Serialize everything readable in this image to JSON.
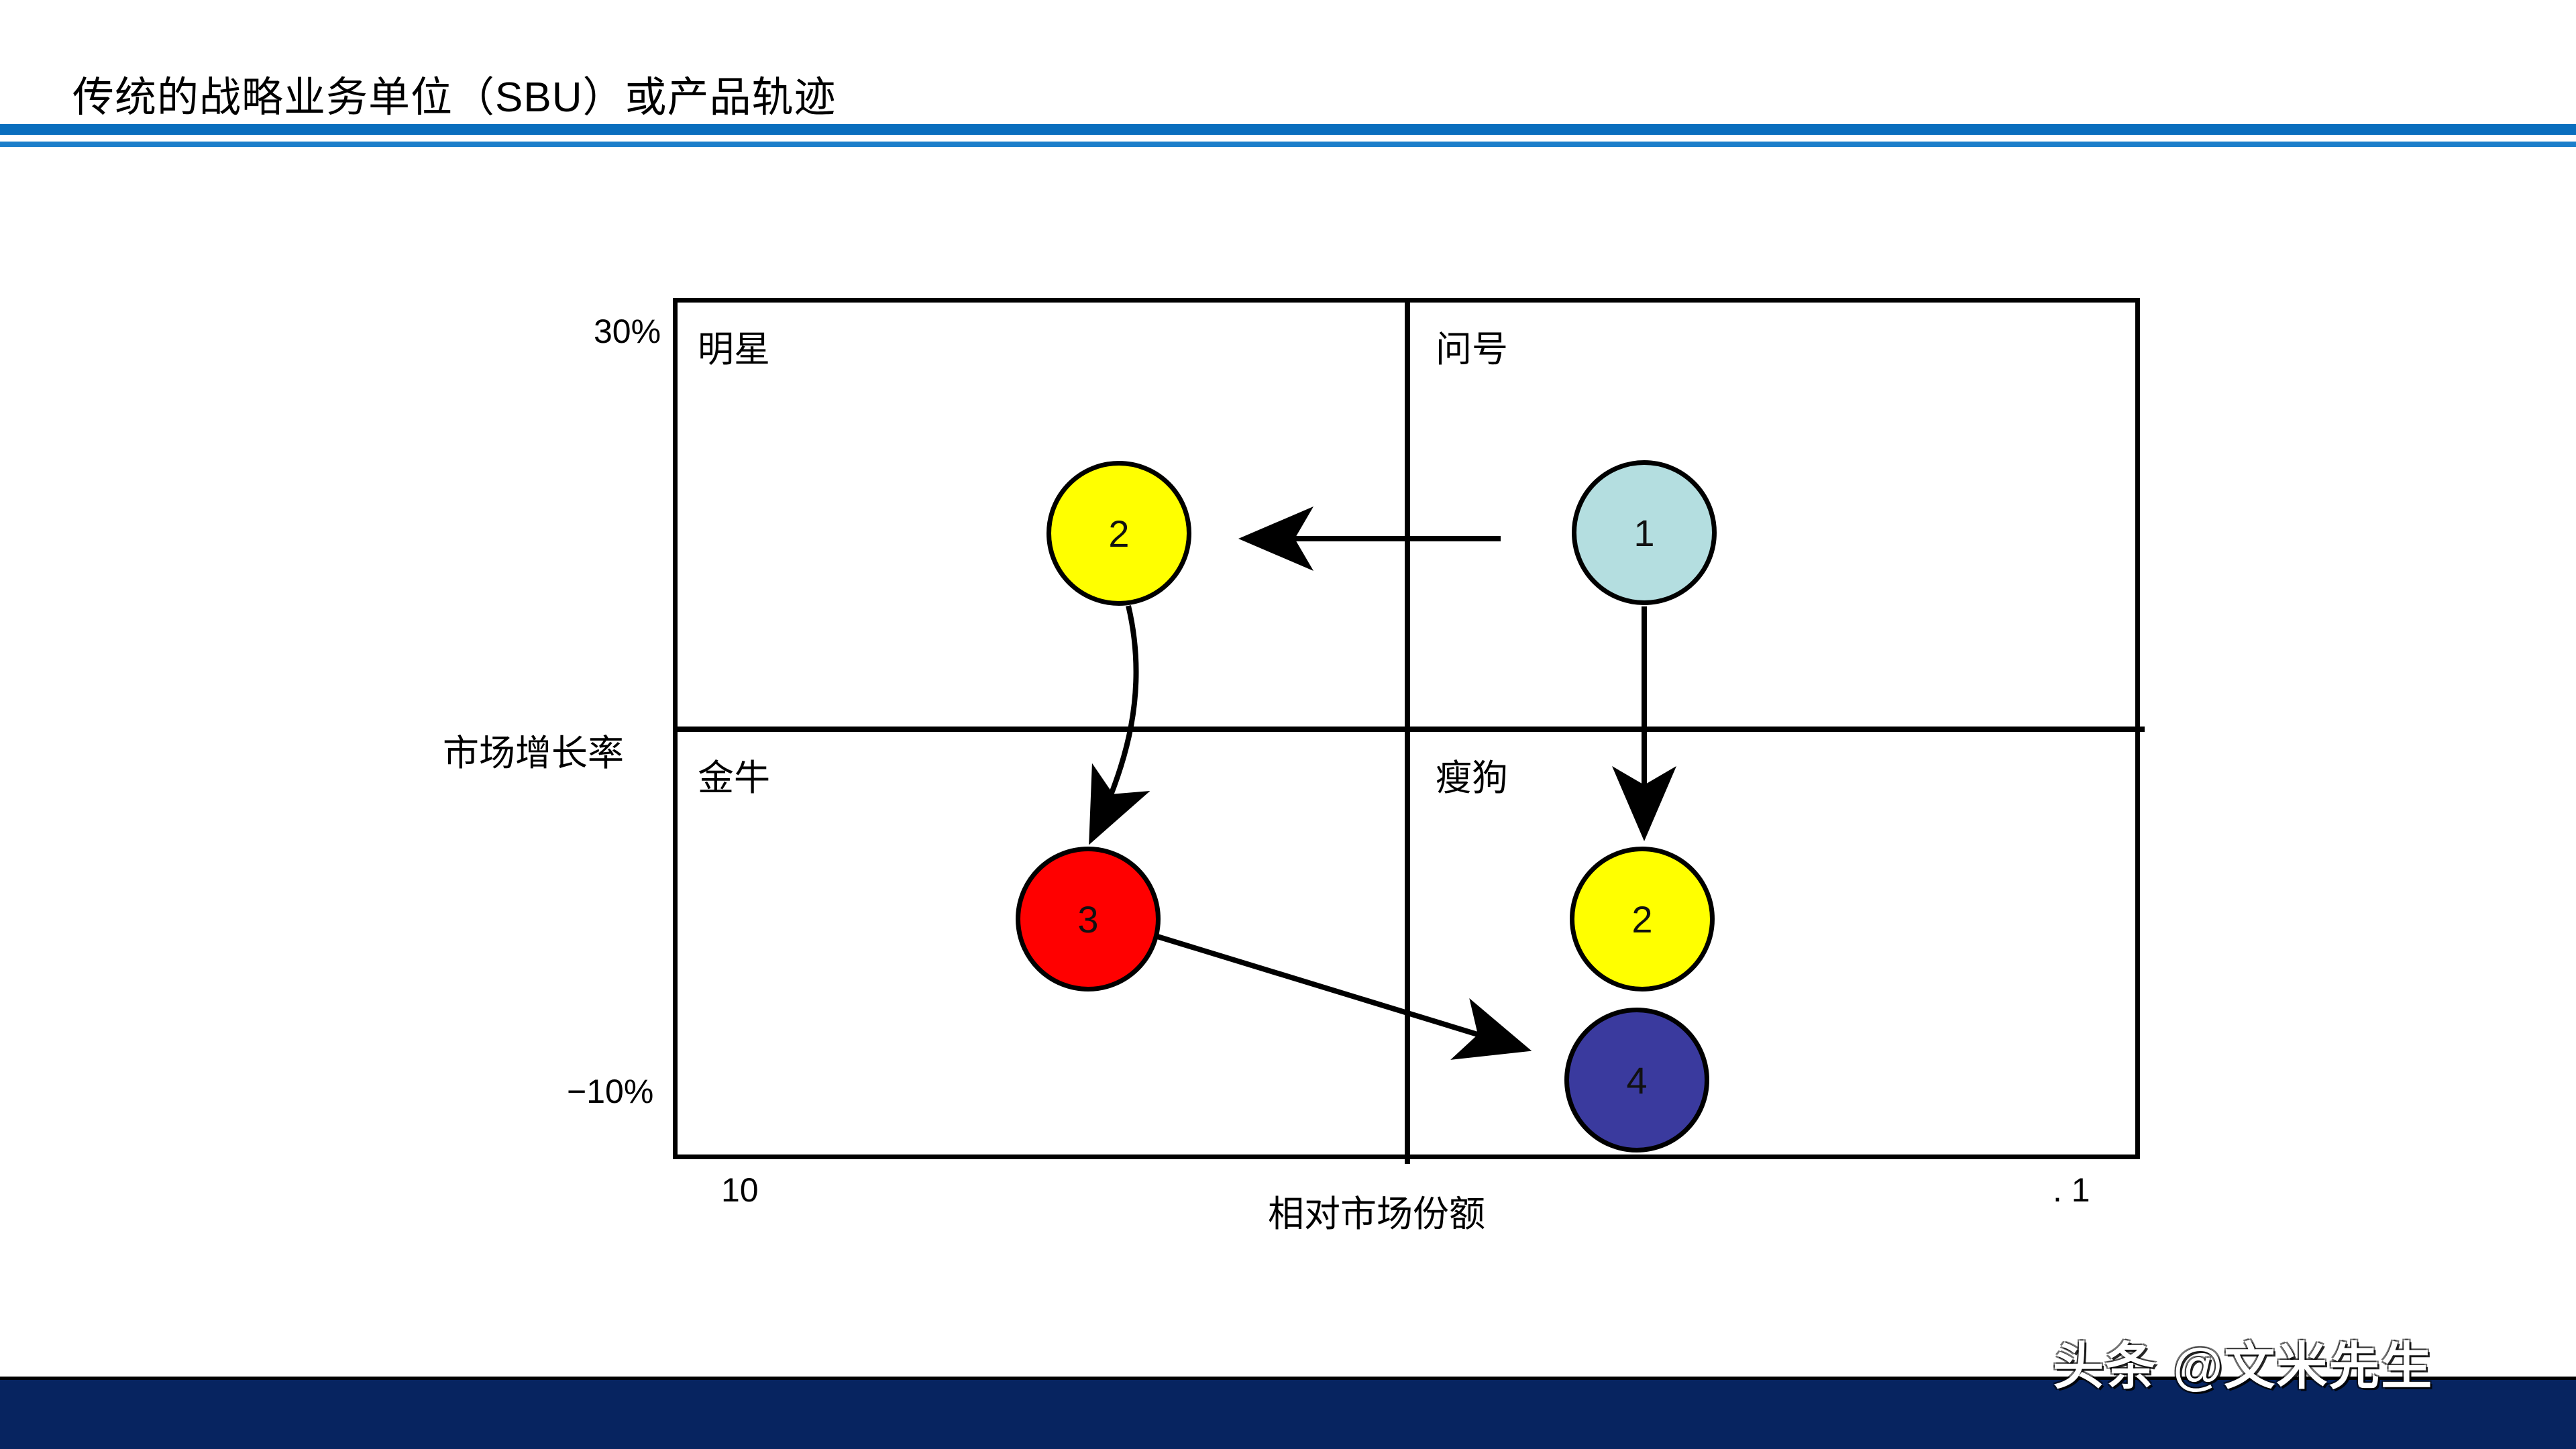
{
  "slide": {
    "title": "传统的战略业务单位（SBU）或产品轨迹",
    "watermark": "头条 @文米先生"
  },
  "theme": {
    "header_rule_thick": "#0A6EBE",
    "header_rule_thin": "#1C7FCB",
    "footer_bar": "#072460",
    "chart_line": "#000000"
  },
  "chart_data": {
    "type": "scatter",
    "title": "传统的战略业务单位（SBU）或产品轨迹",
    "xlabel": "相对市场份额",
    "ylabel": "市场增长率",
    "xticks": [
      "10",
      ". 1"
    ],
    "yticks": [
      "30%",
      "−10%"
    ],
    "ylim": [
      -10,
      30
    ],
    "x_axis_direction": "decreasing",
    "grid": false,
    "legend": "none",
    "quadrants": [
      {
        "key": "star",
        "label": "明星",
        "position": "top-left"
      },
      {
        "key": "question",
        "label": "问号",
        "position": "top-right"
      },
      {
        "key": "cash_cow",
        "label": "金牛",
        "position": "bottom-left"
      },
      {
        "key": "dog",
        "label": "瘦狗",
        "position": "bottom-right"
      }
    ],
    "points": [
      {
        "id": "p1",
        "label": "1",
        "quadrant": "question",
        "color": "#B4DEE0",
        "cx": 2451,
        "cy": 794,
        "r": 108
      },
      {
        "id": "p2",
        "label": "2",
        "quadrant": "star",
        "color": "#FFFF00",
        "cx": 1668,
        "cy": 795,
        "r": 108
      },
      {
        "id": "p3",
        "label": "3",
        "quadrant": "cash_cow",
        "color": "#FF0000",
        "cx": 1622,
        "cy": 1370,
        "r": 108
      },
      {
        "id": "p4",
        "label": "2",
        "quadrant": "dog",
        "color": "#FFFF00",
        "cx": 2448,
        "cy": 1370,
        "r": 108
      },
      {
        "id": "p5",
        "label": "4",
        "quadrant": "dog",
        "color": "#3A3A9E",
        "cx": 2440,
        "cy": 1610,
        "r": 108
      }
    ],
    "arrows": [
      {
        "id": "a1",
        "from": "p1",
        "to": "p2",
        "kind": "straight",
        "note": "问号 → 明星"
      },
      {
        "id": "a2",
        "from": "p2",
        "to": "p3",
        "kind": "curved",
        "note": "明星 → 金牛"
      },
      {
        "id": "a3",
        "from": "p1",
        "to": "p4",
        "kind": "straight",
        "note": "问号 → 瘦狗"
      },
      {
        "id": "a4",
        "from": "p3",
        "to": "p5",
        "kind": "straight",
        "note": "金牛 → 瘦狗"
      }
    ]
  }
}
